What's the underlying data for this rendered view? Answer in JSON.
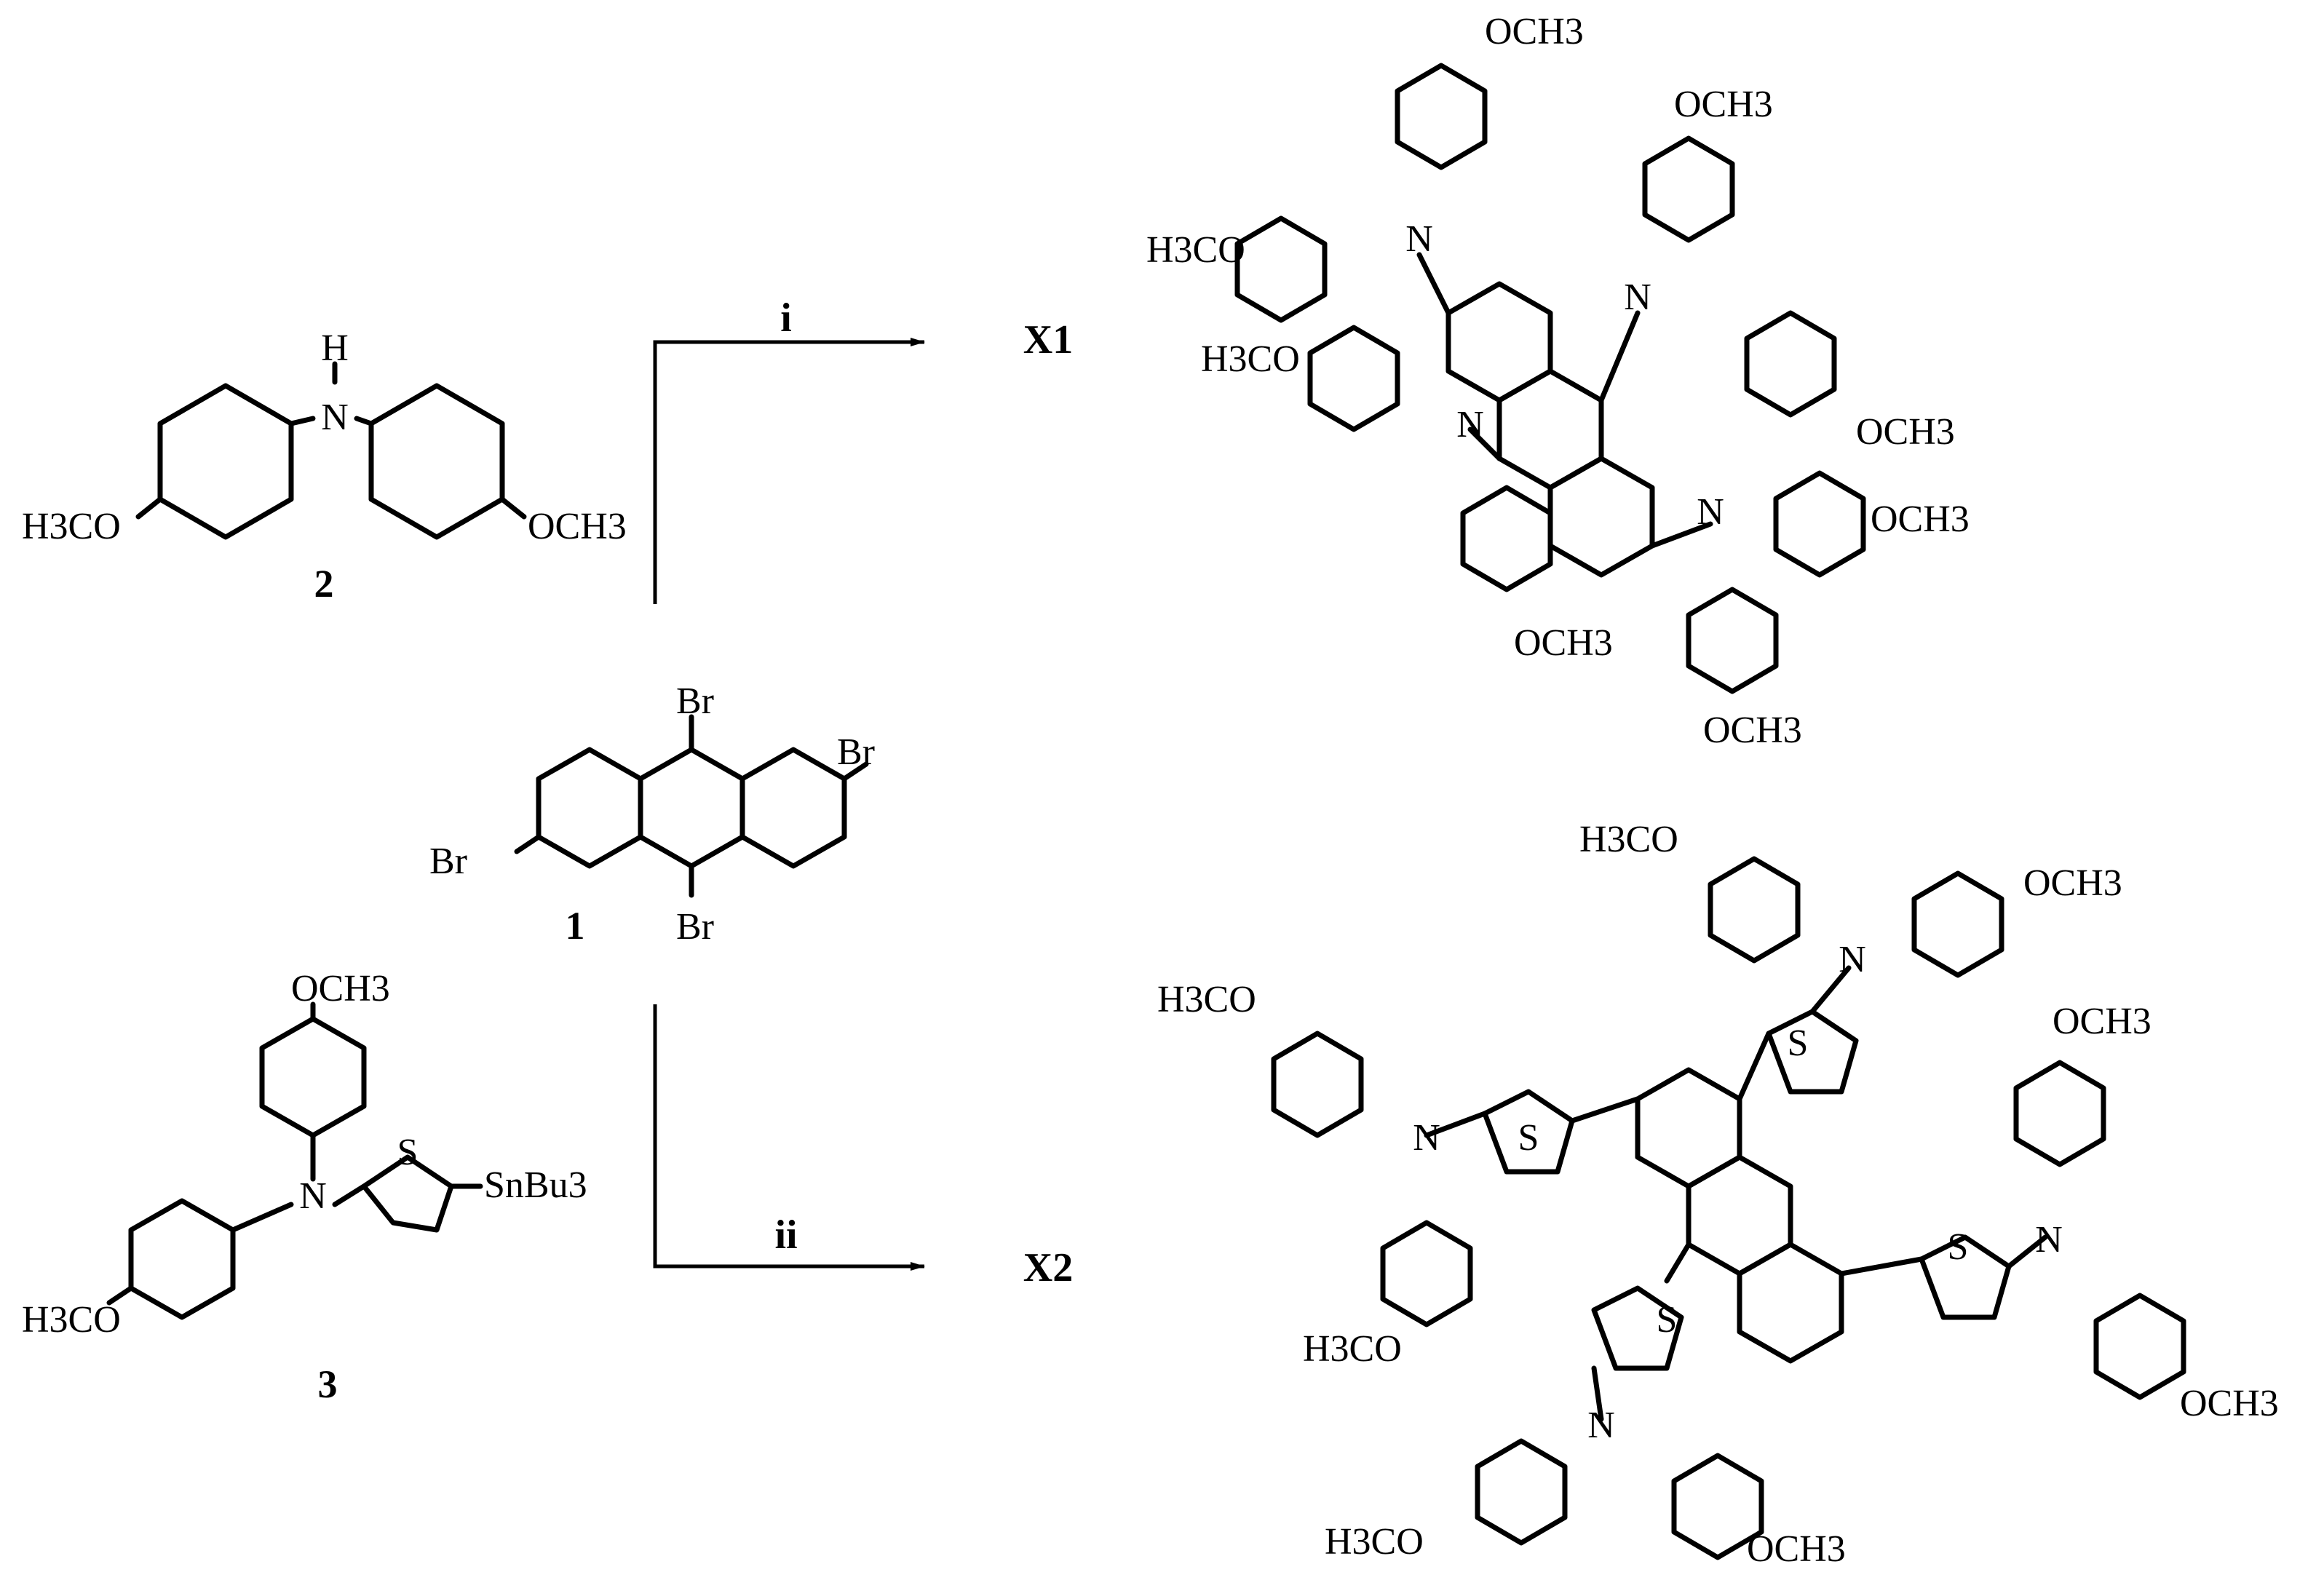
{
  "scheme": {
    "reagents": [
      {
        "number": "2",
        "groups": {
          "amine_h": "H",
          "amine_n": "N",
          "left_ome": "H3CO",
          "right_ome": "OCH3"
        }
      },
      {
        "number": "1",
        "substituents": [
          "Br",
          "Br",
          "Br",
          "Br"
        ]
      },
      {
        "number": "3",
        "groups": {
          "top_ome": "OCH3",
          "amine_n": "N",
          "thiophene_s": "S",
          "stannyl": "SnBu3",
          "left_ome": "H3CO"
        }
      }
    ],
    "steps": [
      {
        "condition": "i",
        "product": "X1"
      },
      {
        "condition": "ii",
        "product": "X2"
      }
    ],
    "labels": {
      "n": "N",
      "s": "S",
      "ome_right": "OCH3",
      "ome_left": "H3CO"
    }
  }
}
